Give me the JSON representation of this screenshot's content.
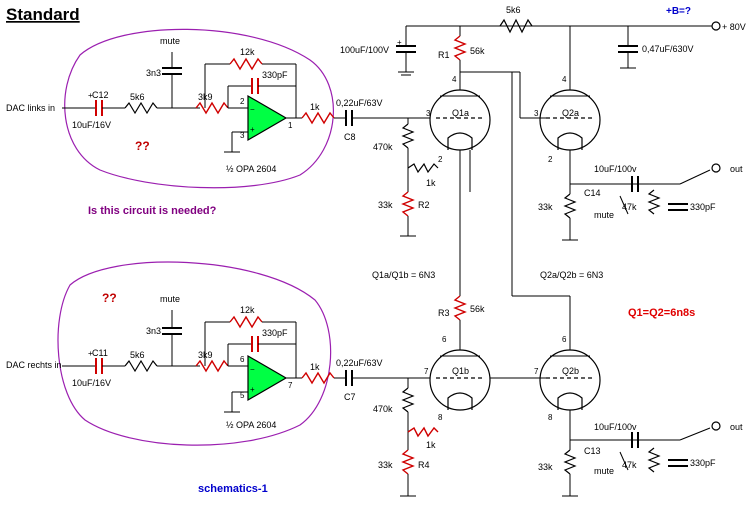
{
  "header": {
    "title": "Standard",
    "b_plus_note": "+B=?",
    "supply": "+ 80V"
  },
  "notes": {
    "question_top": "??",
    "question_bottom": "??",
    "needed_question": "Is this circuit is needed?",
    "schematic_name": "schematics-1",
    "tube_type_note": "Q1=Q2=6n8s",
    "q1_pair": "Q1a/Q1b = 6N3",
    "q2_pair": "Q2a/Q2b = 6N3"
  },
  "top_channel": {
    "input_label": "DAC links in",
    "c_in": "C12",
    "c_in_val": "10uF/16V",
    "r_in": "5k6",
    "mute": "mute",
    "c_mute": "3n3",
    "r_fb": "12k",
    "c_fb": "330pF",
    "r_series": "3k9",
    "pin_minus": "2",
    "pin_plus": "3",
    "pin_out": "1",
    "opamp": "½ OPA 2604",
    "r_out": "1k",
    "c_couple_val": "0,22uF/63V",
    "c_couple": "C8",
    "r_grid": "470k",
    "r_grid_stop": "1k",
    "r_k": "33k",
    "r_k_name": "R2",
    "r_anode": "56k",
    "r_anode_name": "R1",
    "c_supply": "100uF/100V",
    "r_top": "5k6",
    "c_film": "0,47uF/630V",
    "q1_name": "Q1a",
    "q1_grid": "3",
    "q1_anode": "4",
    "q1_cathode": "2",
    "q2_name": "Q2a",
    "q2_grid": "3",
    "q2_anode": "4",
    "q2_cathode": "2",
    "c_out": "10uF/100v",
    "c_out_name": "C14",
    "r_out_k": "33k",
    "r_shunt": "47k",
    "c_shunt": "330pF",
    "mute_sw": "mute",
    "out": "out"
  },
  "bottom_channel": {
    "input_label": "DAC rechts in",
    "c_in": "C11",
    "c_in_val": "10uF/16V",
    "r_in": "5k6",
    "mute": "mute",
    "c_mute": "3n3",
    "r_fb": "12k",
    "c_fb": "330pF",
    "r_series": "3k9",
    "pin_minus": "6",
    "pin_plus": "5",
    "pin_out": "7",
    "opamp": "½ OPA 2604",
    "r_out": "1k",
    "c_couple_val": "0,22uF/63V",
    "c_couple": "C7",
    "r_grid": "470k",
    "r_grid_stop": "1k",
    "r_k": "33k",
    "r_k_name": "R4",
    "r_anode": "56k",
    "r_anode_name": "R3",
    "q1_name": "Q1b",
    "q1_grid": "7",
    "q1_anode": "6",
    "q1_cathode": "8",
    "q2_name": "Q2b",
    "q2_grid": "7",
    "q2_anode": "6",
    "q2_cathode": "8",
    "c_out": "10uF/100v",
    "c_out_name": "C13",
    "r_out_k": "33k",
    "r_shunt": "47k",
    "c_shunt": "330pF",
    "mute_sw": "mute",
    "out": "out"
  },
  "colors": {
    "title_purple": "#800080",
    "note_blue": "#0000cc",
    "warn_red": "#e00000",
    "outline": "#9b1fb0"
  }
}
